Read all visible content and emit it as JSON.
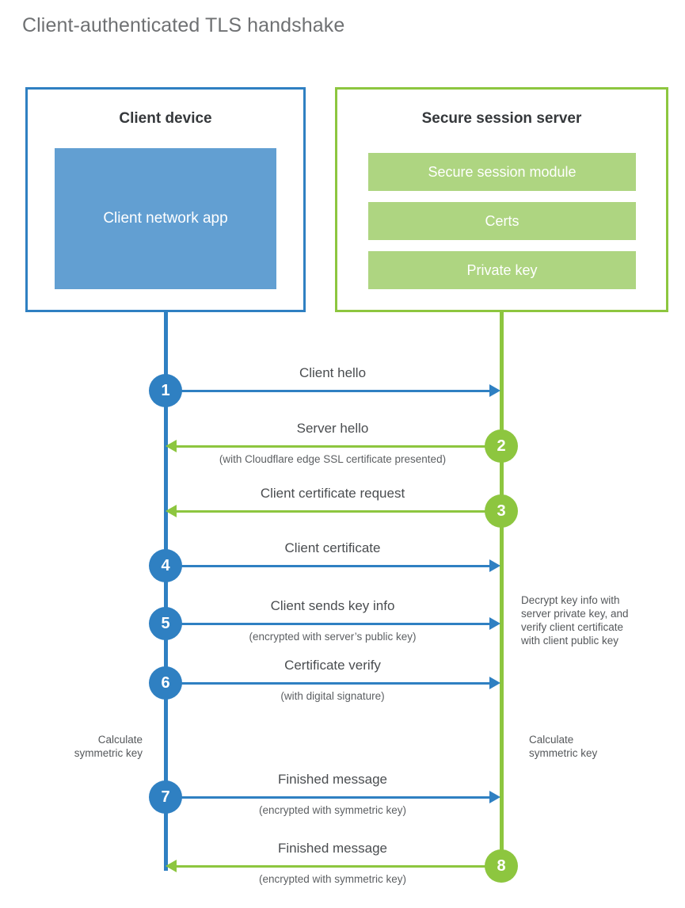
{
  "title": "Client-authenticated TLS handshake",
  "colors": {
    "blue": "#2f80c2",
    "blue_fill": "#629fd2",
    "green": "#8dc63f",
    "green_fill": "#aed581",
    "title_text": "#6f7173",
    "body_text": "#4a4d50",
    "background": "#ffffff"
  },
  "client": {
    "title": "Client device",
    "app_label": "Client network\napp"
  },
  "server": {
    "title": "Secure session server",
    "bars": [
      {
        "label": "Secure session module"
      },
      {
        "label": "Certs"
      },
      {
        "label": "Private key"
      }
    ]
  },
  "steps": [
    {
      "number": "1",
      "side": "client",
      "direction": "right",
      "label": "Client hello",
      "sub": ""
    },
    {
      "number": "2",
      "side": "server",
      "direction": "left",
      "label": "Server hello",
      "sub": "(with Cloudflare edge SSL certificate presented)"
    },
    {
      "number": "3",
      "side": "server",
      "direction": "left",
      "label": "Client certificate request",
      "sub": ""
    },
    {
      "number": "4",
      "side": "client",
      "direction": "right",
      "label": "Client certificate",
      "sub": ""
    },
    {
      "number": "5",
      "side": "client",
      "direction": "right",
      "label": "Client sends key info",
      "sub": "(encrypted with server’s public key)"
    },
    {
      "number": "6",
      "side": "client",
      "direction": "right",
      "label": "Certificate verify",
      "sub": "(with digital signature)"
    },
    {
      "number": "7",
      "side": "client",
      "direction": "right",
      "label": "Finished message",
      "sub": "(encrypted with symmetric key)"
    },
    {
      "number": "8",
      "side": "server",
      "direction": "left",
      "label": "Finished message",
      "sub": "(encrypted with symmetric key)"
    }
  ],
  "notes": {
    "server_decrypt": "Decrypt key info with\nserver private key, and\nverify client certificate\nwith client public key",
    "client_calculate": "Calculate\nsymmetric key",
    "server_calculate": "Calculate\nsymmetric key"
  }
}
